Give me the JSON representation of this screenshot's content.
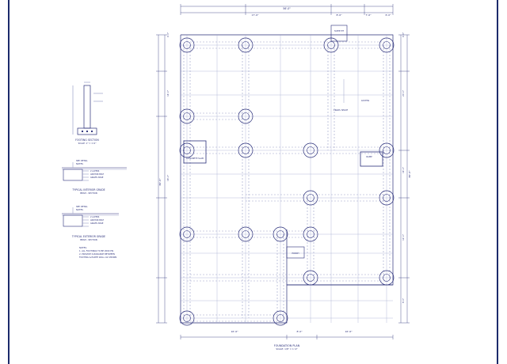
{
  "sheet": {
    "line_color": "#2a2f7a",
    "light_color": "#9aa0c8",
    "border_color": "#1c2a6b"
  },
  "plan": {
    "title": "FOUNDATION PLAN",
    "scale": "SCALE: 1/8\" = 1'-0\"",
    "overall_width": "56'-0\"",
    "overall_height": "80'-0\"",
    "top_dims": [
      "17'-6\"",
      "8'-6\"",
      "7'-6\"",
      "6'-0\""
    ],
    "bottom_dims": [
      "16'-6\"",
      "8'-0\"",
      "16'-6\""
    ],
    "side_dims_left": [
      "4'-0\"",
      "14'-0\"",
      "16'-0\"",
      "20'-0\"",
      "14'-0\""
    ],
    "side_dims_right": [
      "4'-0\"",
      "20'-0\"",
      "14'-0\"",
      "12'-0\"",
      "8'-0\""
    ],
    "notes": {
      "sump_pit": "SUMP PIT",
      "crawl_space": "CRAWL SPACE",
      "porch": "PORCH",
      "access": "ACCESS",
      "concrete_slab": "CONCRETE SLAB",
      "ramp": "RAMP"
    }
  },
  "details": {
    "footing_section": {
      "title": "FOOTING SECTION",
      "scale": "SCALE: 1\" = 1'-0\""
    },
    "interior_grade": {
      "title": "TYPICAL INTERIOR GRADE",
      "subtitle": "BEAM - SECTION",
      "labels": [
        "SEE DETAIL",
        "NOTES",
        "2 LAYERS",
        "ANCHOR BOLT",
        "GRAVEL BASE"
      ]
    },
    "exterior_grade": {
      "title": "TYPICAL EXTERIOR GRADE",
      "subtitle": "BEAM - SECTION",
      "labels": [
        "SEE DETAIL",
        "NOTES",
        "2 LAYERS",
        "ANCHOR BOLT",
        "GRAVEL BASE"
      ]
    },
    "notes": [
      "NOTES:",
      "1. ALL FOOTINGS TO BE 2000 PSI",
      "2. PROVIDE CLEARANCE BETWEEN",
      "   FOOTING & EARTH WALL AS SHOWN"
    ]
  }
}
